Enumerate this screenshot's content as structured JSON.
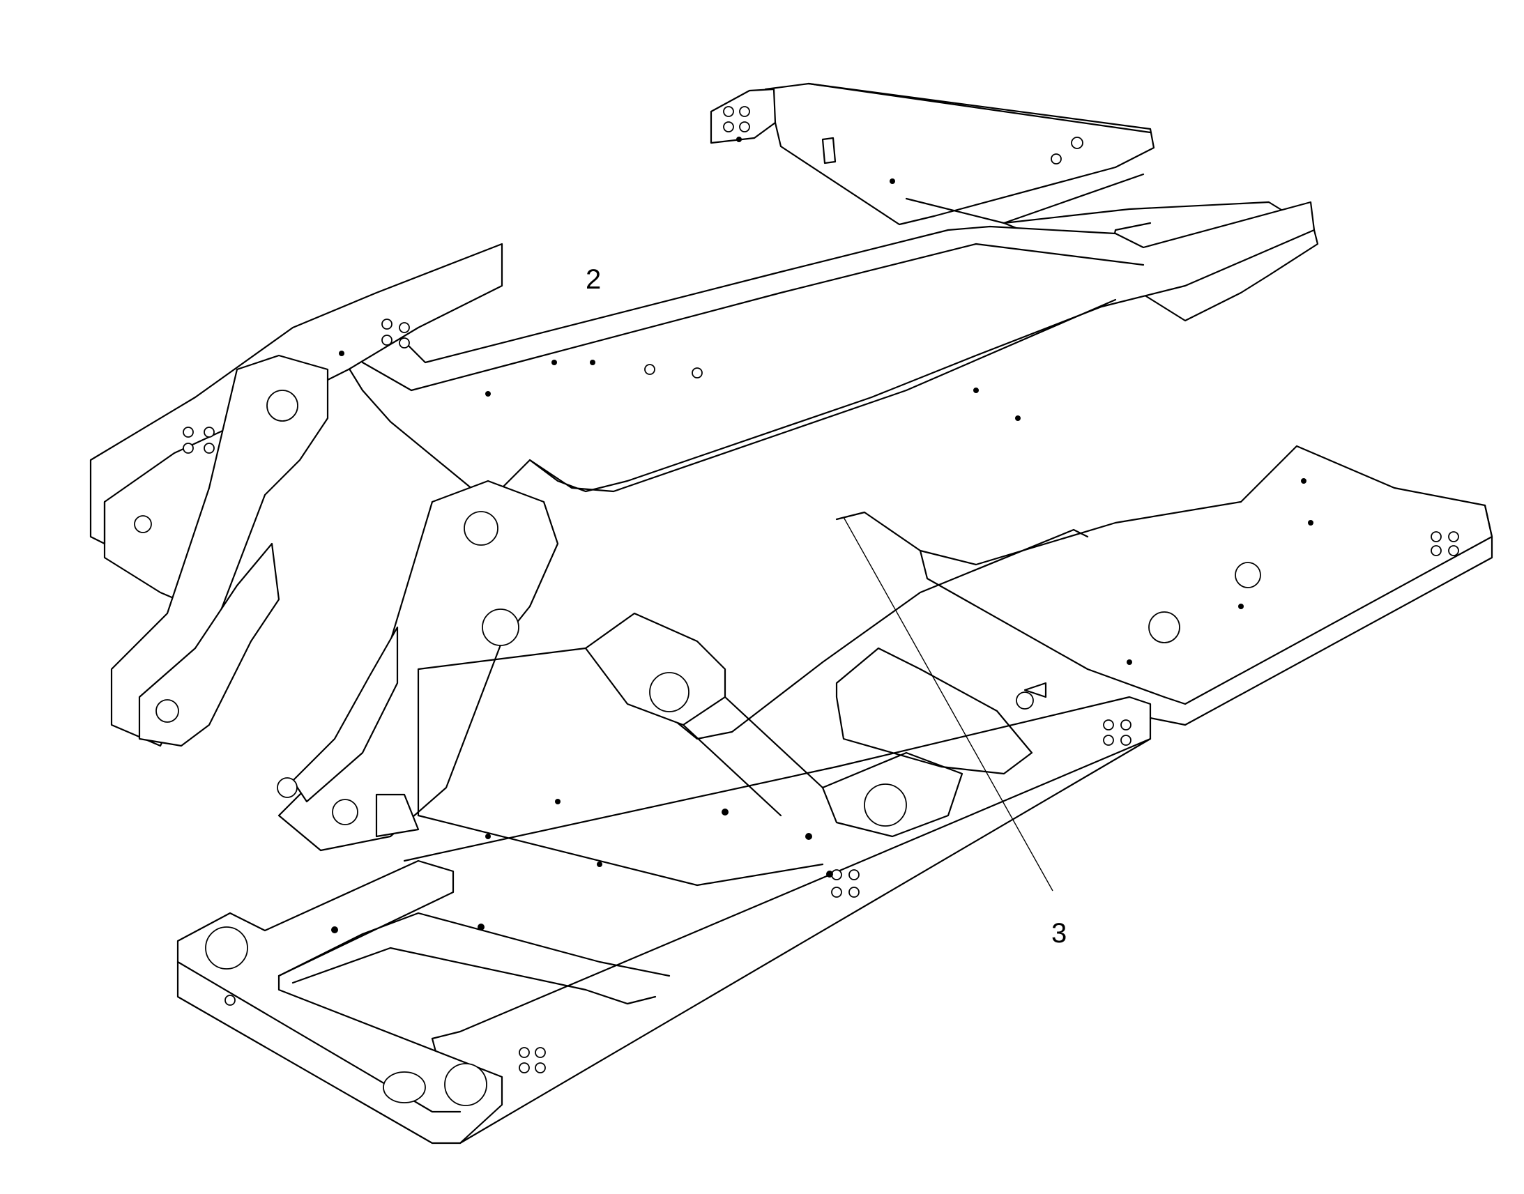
{
  "callouts": [
    {
      "id": "callout-2",
      "label": "2"
    },
    {
      "id": "callout-3",
      "label": "3"
    }
  ],
  "colors": {
    "line": "#000000",
    "background": "#ffffff"
  }
}
